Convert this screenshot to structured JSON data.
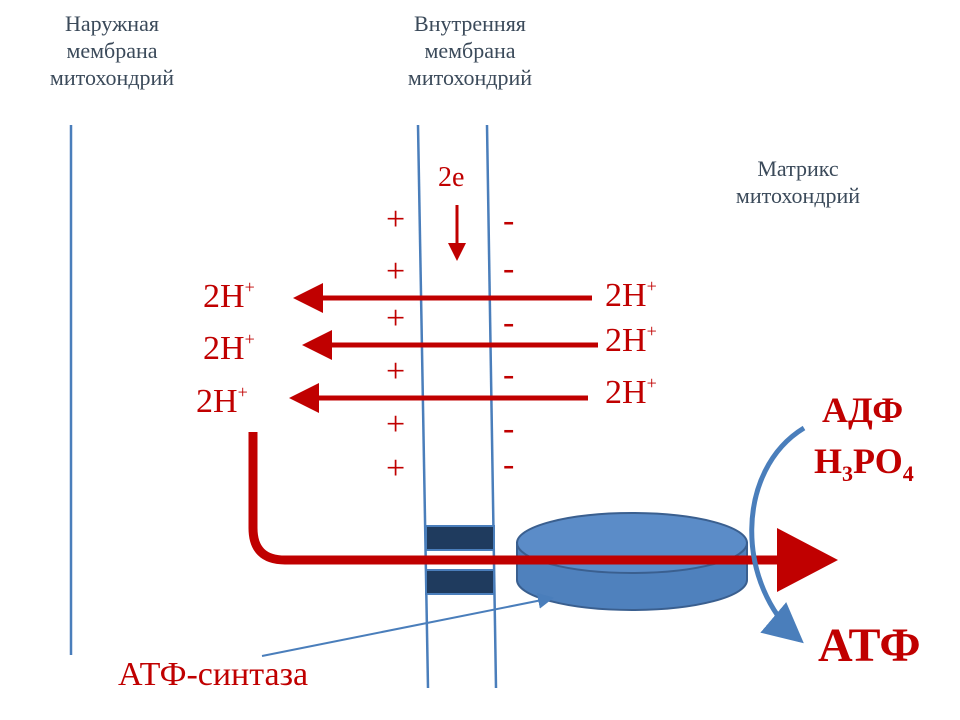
{
  "labels": {
    "outer_membrane": [
      "Наружная",
      "мембрана",
      "митохондрий"
    ],
    "inner_membrane": [
      "Внутренняя",
      "мембрана",
      "митохондрий"
    ],
    "matrix": [
      "Матрикс",
      "митохондрий"
    ],
    "electrons": "2е",
    "atp_synthase": "АТФ-синтаза",
    "adp": "АДФ",
    "phosphate": {
      "h": "Н",
      "sub3": "3",
      "po": "РО",
      "sub4": "4"
    },
    "atp": "АТФ"
  },
  "protons": {
    "base": "2Н",
    "charge": "+"
  },
  "charges": {
    "plus": [
      "+",
      "+",
      "+",
      "+",
      "+",
      "+"
    ],
    "minus": [
      "-",
      "-",
      "-",
      "-",
      "-",
      "-"
    ]
  },
  "colors": {
    "membrane": "#4a7ebb",
    "arrow_red": "#c00000",
    "text_gray": "#3b4a5a",
    "enzyme_fill": "#4f81bd",
    "enzyme_stroke": "#3a5f8f",
    "channel": "#1f3b5e"
  }
}
